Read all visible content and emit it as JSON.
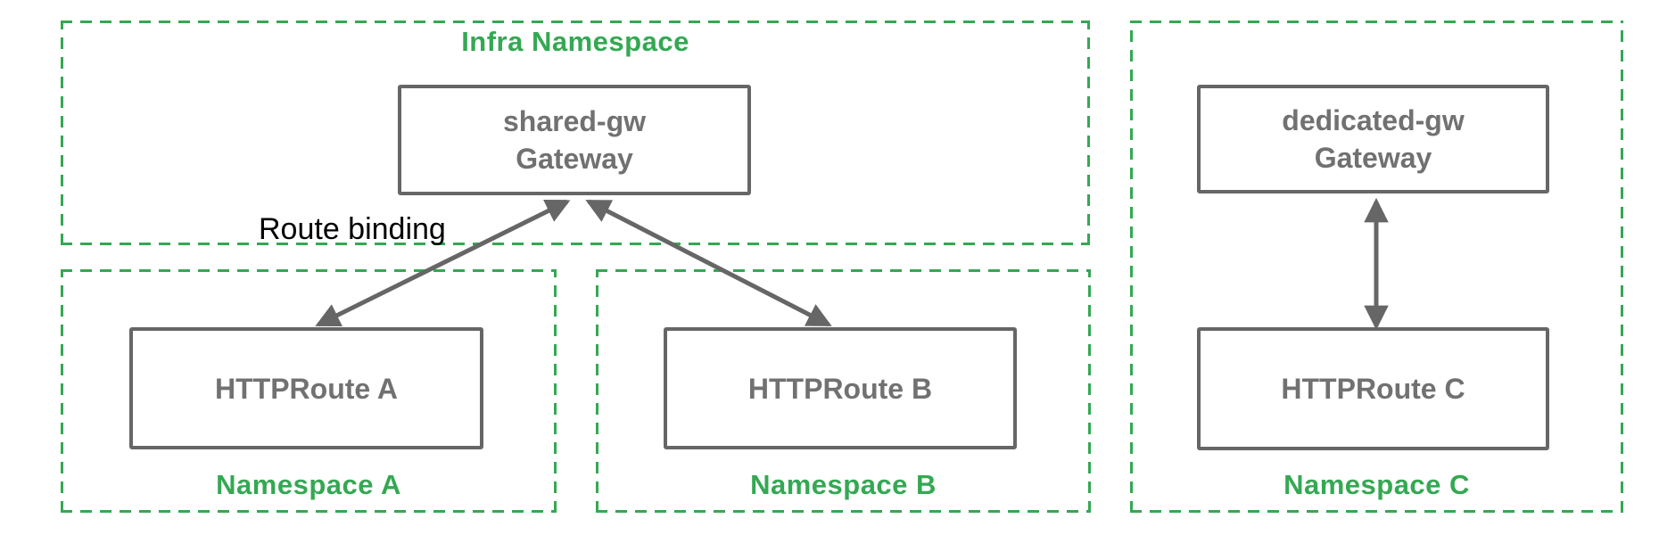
{
  "infra": {
    "title": "Infra Namespace",
    "gateway_name": "shared-gw",
    "gateway_kind": "Gateway"
  },
  "namespace_a": {
    "title": "Namespace A",
    "route": "HTTPRoute A"
  },
  "namespace_b": {
    "title": "Namespace B",
    "route": "HTTPRoute B"
  },
  "namespace_c": {
    "title": "Namespace C",
    "gateway_name": "dedicated-gw",
    "gateway_kind": "Gateway",
    "route": "HTTPRoute C"
  },
  "edges": {
    "route_binding_label": "Route binding"
  },
  "colors": {
    "namespace_green": "#34A853",
    "node_border_gray": "#666666",
    "node_text_gray": "#717171",
    "arrow_gray": "#666666",
    "edge_label_black": "#000000",
    "canvas_background": "#FFFFFF"
  }
}
